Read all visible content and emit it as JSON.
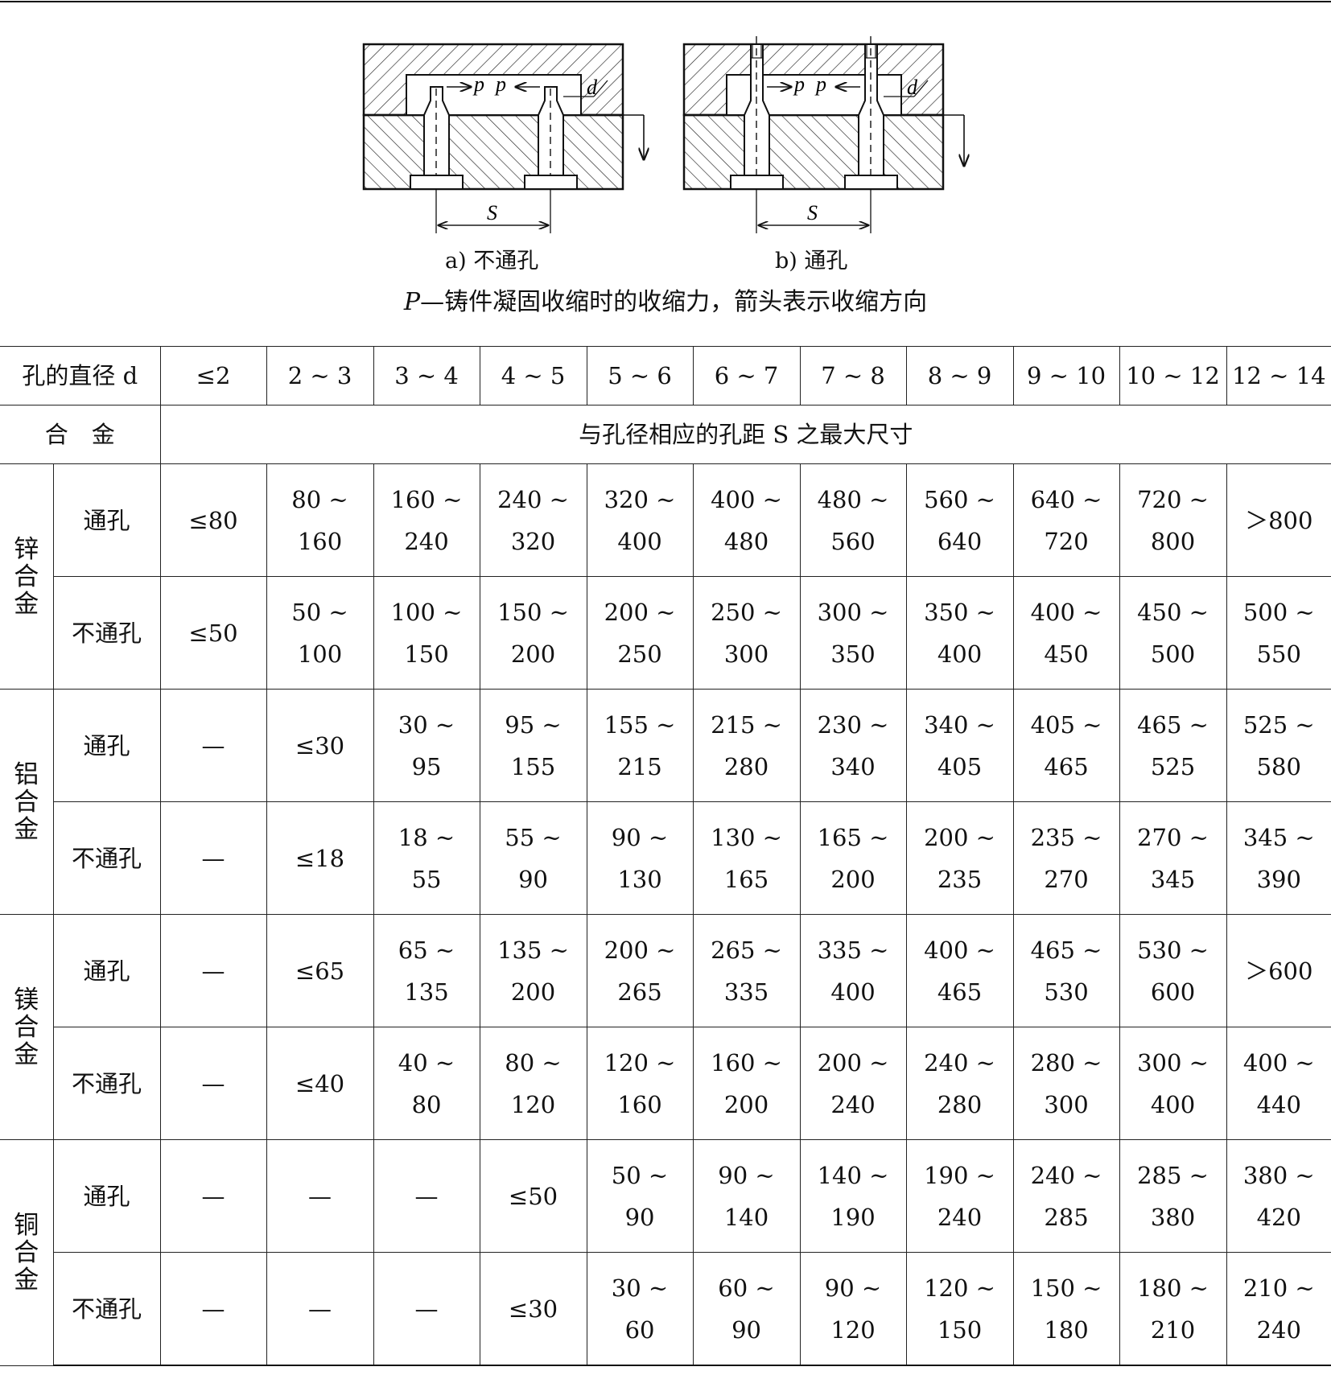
{
  "figure": {
    "label_a": "a) 不通孔",
    "label_b": "b) 通孔",
    "symbol_p": "p",
    "symbol_d": "d",
    "symbol_s": "S",
    "caption_symbol": "P",
    "caption_text": "—铸件凝固收缩时的收缩力，箭头表示收缩方向"
  },
  "table": {
    "header_label": "孔的直径 d",
    "diameters": [
      "≤2",
      "2 ~ 3",
      "3 ~ 4",
      "4 ~ 5",
      "5 ~ 6",
      "6 ~ 7",
      "7 ~ 8",
      "8 ~ 9",
      "9 ~ 10",
      "10 ~ 12",
      "12 ~ 14"
    ],
    "alloy_label": "合　金",
    "span_label": "与孔径相应的孔距 S 之最大尺寸",
    "groups": [
      {
        "alloy": "锌合金",
        "rows": [
          {
            "type": "通孔",
            "values": [
              "≤80",
              "80 ~|160",
              "160 ~|240",
              "240 ~|320",
              "320 ~|400",
              "400 ~|480",
              "480 ~|560",
              "560 ~|640",
              "640 ~|720",
              "720 ~|800",
              "＞800"
            ]
          },
          {
            "type": "不通孔",
            "values": [
              "≤50",
              "50 ~|100",
              "100 ~|150",
              "150 ~|200",
              "200 ~|250",
              "250 ~|300",
              "300 ~|350",
              "350 ~|400",
              "400 ~|450",
              "450 ~|500",
              "500 ~|550"
            ]
          }
        ]
      },
      {
        "alloy": "铝合金",
        "rows": [
          {
            "type": "通孔",
            "values": [
              "—",
              "≤30",
              "30 ~|95",
              "95 ~|155",
              "155 ~|215",
              "215 ~|280",
              "230 ~|340",
              "340 ~|405",
              "405 ~|465",
              "465 ~|525",
              "525 ~|580"
            ]
          },
          {
            "type": "不通孔",
            "values": [
              "—",
              "≤18",
              "18 ~|55",
              "55 ~|90",
              "90 ~|130",
              "130 ~|165",
              "165 ~|200",
              "200 ~|235",
              "235 ~|270",
              "270 ~|345",
              "345 ~|390"
            ]
          }
        ]
      },
      {
        "alloy": "镁合金",
        "rows": [
          {
            "type": "通孔",
            "values": [
              "—",
              "≤65",
              "65 ~|135",
              "135 ~|200",
              "200 ~|265",
              "265 ~|335",
              "335 ~|400",
              "400 ~|465",
              "465 ~|530",
              "530 ~|600",
              "＞600"
            ]
          },
          {
            "type": "不通孔",
            "values": [
              "—",
              "≤40",
              "40 ~|80",
              "80 ~|120",
              "120 ~|160",
              "160 ~|200",
              "200 ~|240",
              "240 ~|280",
              "280 ~|300",
              "300 ~|400",
              "400 ~|440"
            ]
          }
        ]
      },
      {
        "alloy": "铜合金",
        "rows": [
          {
            "type": "通孔",
            "values": [
              "—",
              "—",
              "—",
              "≤50",
              "50 ~|90",
              "90 ~|140",
              "140 ~|190",
              "190 ~|240",
              "240 ~|285",
              "285 ~|380",
              "380 ~|420"
            ]
          },
          {
            "type": "不通孔",
            "values": [
              "—",
              "—",
              "—",
              "≤30",
              "30 ~|60",
              "60 ~|90",
              "90 ~|120",
              "120 ~|150",
              "150 ~|180",
              "180 ~|210",
              "210 ~|240"
            ]
          }
        ]
      }
    ]
  }
}
